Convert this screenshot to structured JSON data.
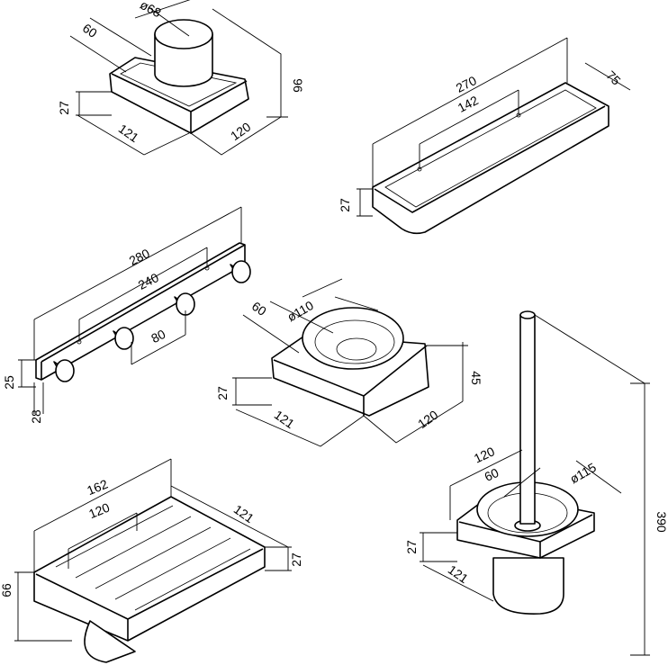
{
  "cup_holder": {
    "depth": "60",
    "diameter": "ø68",
    "height": "96",
    "base_height": "27",
    "width": "121",
    "length": "120"
  },
  "shelf": {
    "length": "270",
    "depth": "75",
    "hole_spacing": "142",
    "height": "27"
  },
  "hook_rail": {
    "length": "280",
    "hole_spacing": "240",
    "hook_spacing": "80",
    "height": "25",
    "thickness": "28"
  },
  "soap_dish": {
    "depth": "60",
    "diameter": "ø110",
    "base_height": "27",
    "height": "45",
    "width": "121",
    "length": "120"
  },
  "soap_tray": {
    "length": "162",
    "hole_spacing": "120",
    "depth": "121",
    "height": "27",
    "total_height": "66"
  },
  "toilet_brush": {
    "width": "120",
    "hole_offset": "60",
    "diameter": "ø115",
    "height": "390",
    "base_height": "27",
    "depth": "121"
  }
}
